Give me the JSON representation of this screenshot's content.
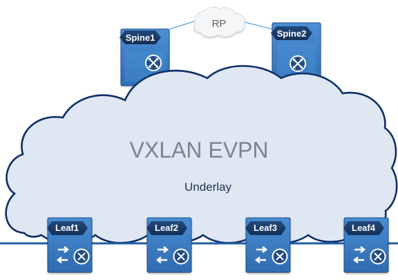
{
  "diagram": {
    "rp": {
      "label": "RP"
    },
    "spines": [
      {
        "label": "Spine1"
      },
      {
        "label": "Spine2"
      }
    ],
    "cloud": {
      "title": "VXLAN EVPN",
      "subtitle": "Underlay"
    },
    "leaves": [
      {
        "label": "Leaf1"
      },
      {
        "label": "Leaf2"
      },
      {
        "label": "Leaf3"
      },
      {
        "label": "Leaf4"
      }
    ],
    "colors": {
      "device_fill": "#3d7ec6",
      "device_fill_dark": "#265f9e",
      "device_edge": "#1f4e86",
      "device_badge": "#183b69",
      "link": "#5aa5de",
      "cloud_fill": "#dfe7f3",
      "cloud_stroke": "#0f2f65",
      "line_main": "#1f5ea4",
      "rp_fill": "#f6f7f8",
      "rp_text": "#5b5f63",
      "cloud_text": "#7d8490",
      "cloud_subtext": "#24354f",
      "white": "#ffffff"
    },
    "icons": {
      "rp_shape": "rp-cloud-icon",
      "spine_router_icon": "router-cross-icon",
      "leaf_switch_icon": "switch-arrows-icon",
      "leaf_router_icon": "router-cross-icon"
    }
  }
}
